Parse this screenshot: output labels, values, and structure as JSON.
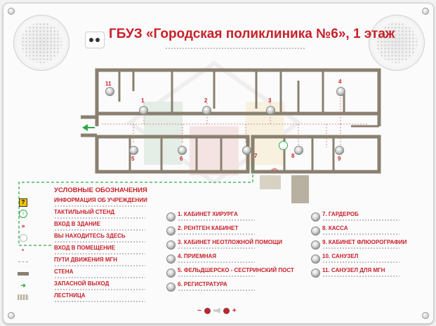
{
  "header": {
    "title": "ГБУЗ «Городская поликлиника №6», 1 этаж"
  },
  "legend": {
    "title": "УСЛОВНЫЕ ОБОЗНАЧЕНИЯ",
    "items": [
      {
        "label": "ИНФОРМАЦИЯ ОБ УЧРЕЖДЕНИИ",
        "icon": "question-icon"
      },
      {
        "label": "ТАКТИЛЬНЫЙ СТЕНД",
        "icon": "info-icon"
      },
      {
        "label": "ВХОД В ЗДАНИЕ",
        "icon": "double-chevron-icon"
      },
      {
        "label": "ВЫ НАХОДИТЕСЬ ЗДЕСЬ",
        "icon": "you-are-here-icon"
      },
      {
        "label": "ВХОД В ПОМЕЩЕНИЕ",
        "icon": "door-arrow-icon"
      },
      {
        "label": "ПУТИ ДВИЖЕНИЯ МГН",
        "icon": "route-line-icon"
      },
      {
        "label": "СТЕНА",
        "icon": "wall-icon"
      },
      {
        "label": "ЗАПАСНОЙ ВЫХОД",
        "icon": "exit-arrow-icon"
      },
      {
        "label": "ЛЕСТНИЦА",
        "icon": "stairs-icon"
      }
    ]
  },
  "rooms_col1": [
    "1. КАБИНЕТ ХИРУРГА",
    "2. РЕНТГЕН КАБИНЕТ",
    "3. КАБИНЕТ НЕОТЛОЖНОЙ ПОМОЩИ",
    "4. ПРИЕМНАЯ",
    "5. ФЕЛЬДШЕРСКО - СЕСТРИНСКИЙ ПОСТ",
    "6. РЕГИСТРАТУРА"
  ],
  "rooms_col2": [
    "7. ГАРДЕРОБ",
    "8. КАССА",
    "9. КАБИНЕТ ФЛЮОРОГРАФИИ",
    "10. САНУЗЕЛ",
    "11. САНУЗЕЛ ДЛЯ МГН"
  ],
  "map_numbers": [
    "11",
    "1",
    "2",
    "3",
    "4",
    "5",
    "6",
    "7",
    "8",
    "9"
  ],
  "bottom_controls": {
    "minus": "−",
    "plus": "+"
  },
  "colors": {
    "accent": "#c8202a",
    "route": "#2eaa4a",
    "wall": "#8a8070"
  }
}
